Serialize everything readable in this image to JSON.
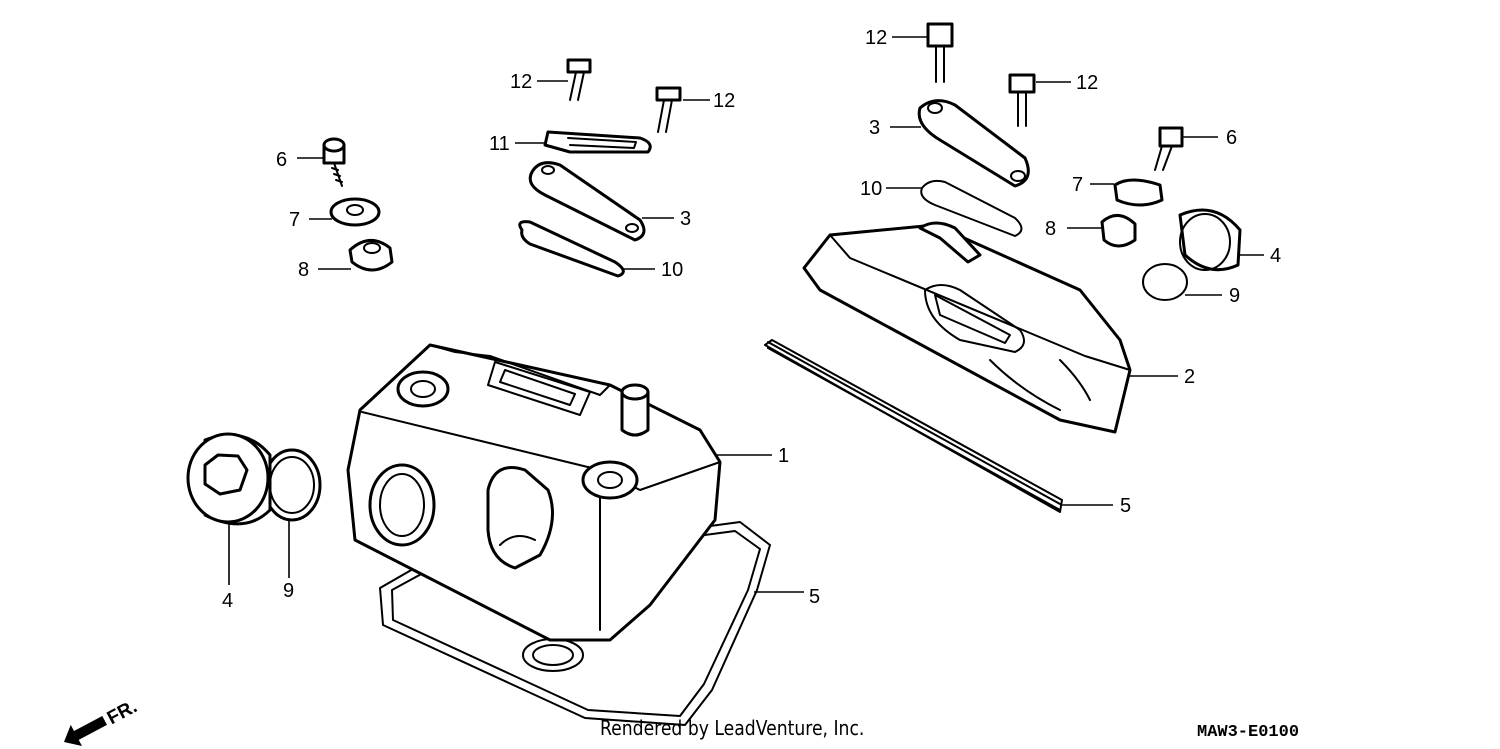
{
  "diagram_code": "MAW3-E0100",
  "credit": "Rendered by LeadVenture, Inc.",
  "front_indicator": "FR.",
  "callouts": [
    {
      "id": "c1",
      "label": "1"
    },
    {
      "id": "c2",
      "label": "2"
    },
    {
      "id": "c3a",
      "label": "3"
    },
    {
      "id": "c3b",
      "label": "3"
    },
    {
      "id": "c4a",
      "label": "4"
    },
    {
      "id": "c4b",
      "label": "4"
    },
    {
      "id": "c5a",
      "label": "5"
    },
    {
      "id": "c5b",
      "label": "5"
    },
    {
      "id": "c6a",
      "label": "6"
    },
    {
      "id": "c6b",
      "label": "6"
    },
    {
      "id": "c7a",
      "label": "7"
    },
    {
      "id": "c7b",
      "label": "7"
    },
    {
      "id": "c8a",
      "label": "8"
    },
    {
      "id": "c8b",
      "label": "8"
    },
    {
      "id": "c9a",
      "label": "9"
    },
    {
      "id": "c9b",
      "label": "9"
    },
    {
      "id": "c10a",
      "label": "10"
    },
    {
      "id": "c10b",
      "label": "10"
    },
    {
      "id": "c11",
      "label": "11"
    },
    {
      "id": "c12a",
      "label": "12"
    },
    {
      "id": "c12b",
      "label": "12"
    },
    {
      "id": "c12c",
      "label": "12"
    },
    {
      "id": "c12d",
      "label": "12"
    }
  ]
}
